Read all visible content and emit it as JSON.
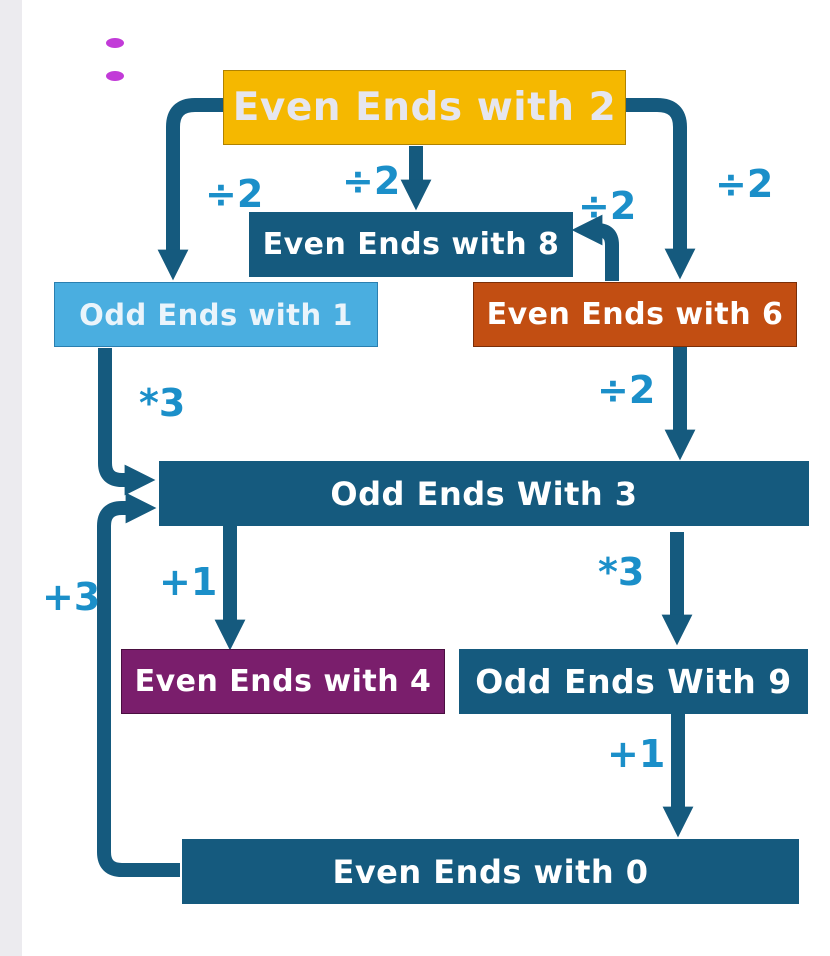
{
  "nodes": {
    "even2": {
      "label": "Even Ends with 2",
      "color": "#f5b800"
    },
    "even8": {
      "label": "Even Ends with 8",
      "color": "#155a7e"
    },
    "odd1": {
      "label": "Odd Ends with 1",
      "color": "#4aaee0"
    },
    "even6": {
      "label": "Even Ends with 6",
      "color": "#c24e12"
    },
    "odd3": {
      "label": "Odd Ends With 3",
      "color": "#155a7e"
    },
    "even4": {
      "label": "Even Ends with 4",
      "color": "#7a1e6c"
    },
    "odd9": {
      "label": "Odd Ends With 9",
      "color": "#155a7e"
    },
    "even0": {
      "label": "Even Ends with 0",
      "color": "#155a7e"
    }
  },
  "edge_labels": {
    "even2_to_odd1": "÷2",
    "even2_to_even8": "÷2",
    "even2_to_even6": "÷2",
    "even6_to_even8": "÷2",
    "even6_to_odd3": "÷2",
    "odd1_to_odd3": "*3",
    "odd3_to_even4": "+1",
    "odd3_to_odd9": "*3",
    "odd9_to_even0": "+1",
    "even0_to_odd3": "+3"
  },
  "colors": {
    "arrow": "#155a7e",
    "label": "#1b8fc9",
    "handle": "#c23bd8"
  }
}
